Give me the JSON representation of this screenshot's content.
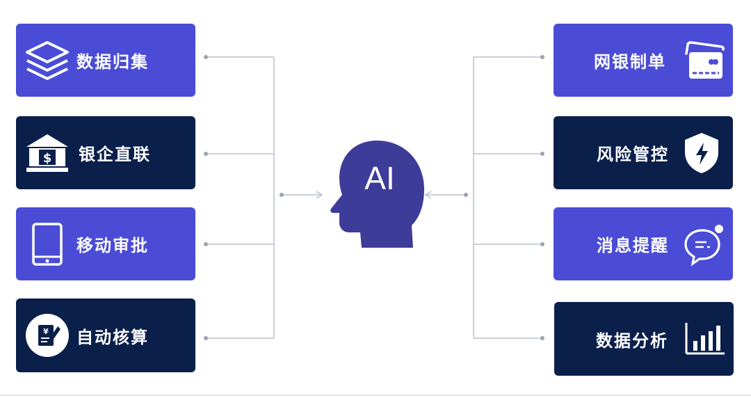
{
  "center": {
    "label": "AI"
  },
  "left_items": [
    {
      "label": "数据归集",
      "icon": "layers-icon",
      "style": "purple"
    },
    {
      "label": "银企直联",
      "icon": "bank-icon",
      "style": "navy"
    },
    {
      "label": "移动审批",
      "icon": "tablet-icon",
      "style": "purple"
    },
    {
      "label": "自动核算",
      "icon": "invoice-edit-icon",
      "style": "navy"
    }
  ],
  "right_items": [
    {
      "label": "网银制单",
      "icon": "credit-card-icon",
      "style": "purple"
    },
    {
      "label": "风险管控",
      "icon": "shield-icon",
      "style": "navy"
    },
    {
      "label": "消息提醒",
      "icon": "chat-bubble-icon",
      "style": "purple"
    },
    {
      "label": "数据分析",
      "icon": "bar-chart-icon",
      "style": "navy"
    }
  ],
  "colors": {
    "purple": "#4b4cd6",
    "navy": "#0b1f4b",
    "head": "#3e3c99",
    "connector": "#b8bfcc"
  }
}
